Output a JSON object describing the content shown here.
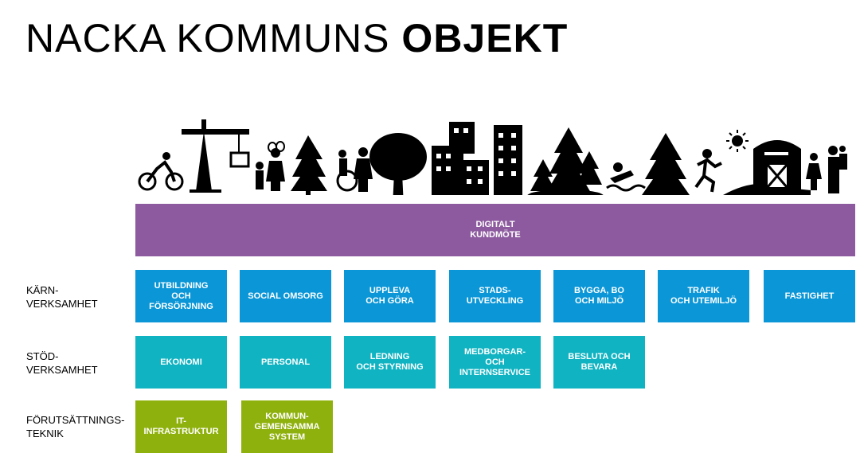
{
  "title": {
    "regular": "NACKA KOMMUNS",
    "bold": "OBJEKT"
  },
  "banner": {
    "line1": "DIGITALT",
    "line2": "KUNDMÖTE"
  },
  "rows": {
    "core": {
      "label1": "KÄRN-",
      "label2": "VERKSAMHET",
      "tiles": [
        {
          "l1": "UTBILDNING",
          "l2": "OCH",
          "l3": "FÖRSÖRJNING"
        },
        {
          "l1": "SOCIAL OMSORG",
          "l2": "",
          "l3": ""
        },
        {
          "l1": "UPPLEVA",
          "l2": "OCH GÖRA",
          "l3": ""
        },
        {
          "l1": "STADS-",
          "l2": "UTVECKLING",
          "l3": ""
        },
        {
          "l1": "BYGGA, BO",
          "l2": "OCH MILJÖ",
          "l3": ""
        },
        {
          "l1": "TRAFIK",
          "l2": "OCH UTEMILJÖ",
          "l3": ""
        },
        {
          "l1": "FASTIGHET",
          "l2": "",
          "l3": ""
        }
      ]
    },
    "support": {
      "label1": "STÖD-",
      "label2": "VERKSAMHET",
      "tiles": [
        {
          "l1": "EKONOMI",
          "l2": "",
          "l3": ""
        },
        {
          "l1": "PERSONAL",
          "l2": "",
          "l3": ""
        },
        {
          "l1": "LEDNING",
          "l2": "OCH STYRNING",
          "l3": ""
        },
        {
          "l1": "MEDBORGAR-",
          "l2": "OCH",
          "l3": "INTERNSERVICE"
        },
        {
          "l1": "BESLUTA OCH",
          "l2": "BEVARA",
          "l3": ""
        }
      ]
    },
    "prerequisite": {
      "label1": "FÖRUTSÄTTNINGS-",
      "label2": "TEKNIK",
      "tiles": [
        {
          "l1": "IT-",
          "l2": "INFRASTRUKTUR",
          "l3": ""
        },
        {
          "l1": "KOMMUN-",
          "l2": "GEMENSAMMA",
          "l3": "SYSTEM"
        }
      ]
    }
  },
  "colors": {
    "banner": "#8d5a9f",
    "core": "#0a96d7",
    "support": "#0fb3c2",
    "prerequisite": "#8fb10d"
  },
  "icons": [
    "cyclist-icon",
    "crane-icon",
    "family-balloon-icon",
    "tree-icon",
    "wheelchair-people-icon",
    "deciduous-tree-icon",
    "buildings-icon",
    "forest-icon",
    "swimmer-icon",
    "tree-icon",
    "runner-icon",
    "sun-icon",
    "barn-icon",
    "family-icon"
  ]
}
